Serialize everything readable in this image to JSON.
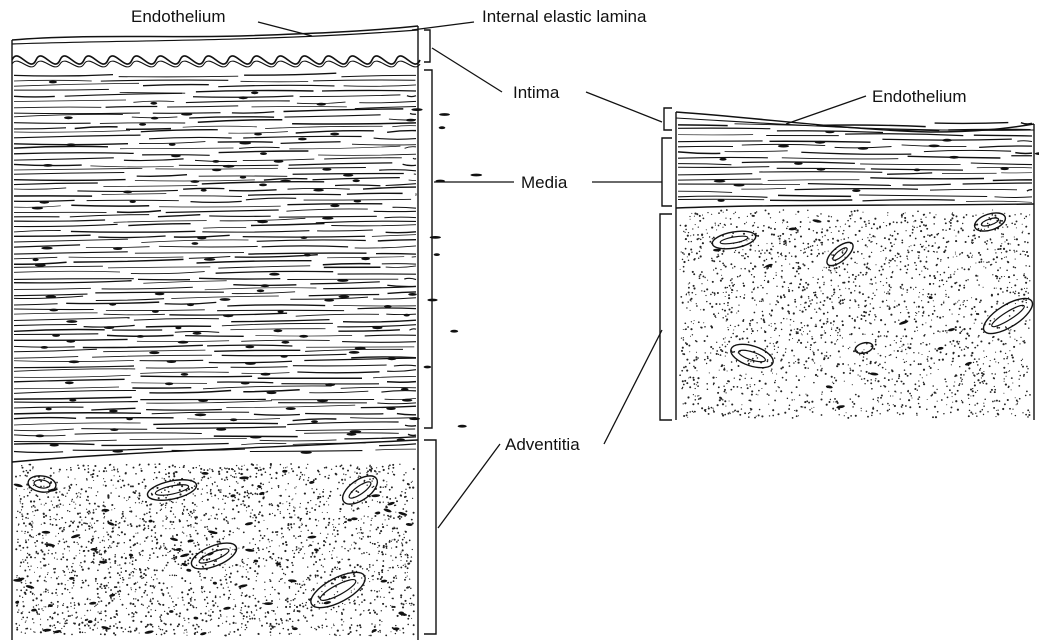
{
  "labels": {
    "endothelium_left": "Endothelium",
    "internal_elastic_lamina": "Internal elastic lamina",
    "intima": "Intima",
    "media": "Media",
    "adventitia": "Adventitia",
    "endothelium_right": "Endothelium"
  },
  "colors": {
    "ink": "#111111",
    "background": "#ffffff"
  }
}
